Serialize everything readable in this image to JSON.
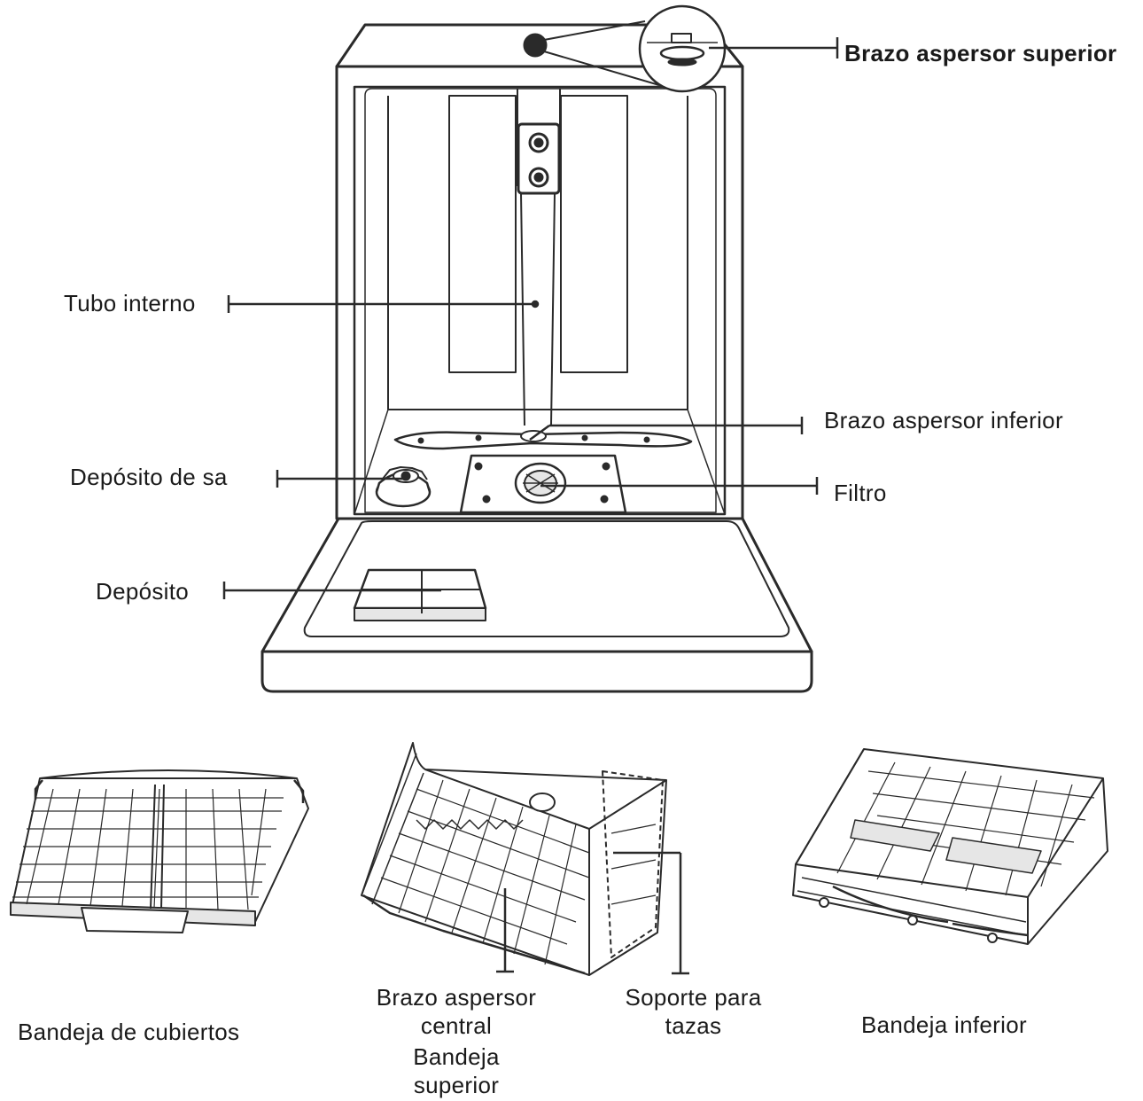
{
  "labels": {
    "upper_spray_arm": "Brazo aspersor superior",
    "inner_tube": "Tubo interno",
    "lower_spray_arm": "Brazo aspersor inferior",
    "salt_container": "Depósito de sa",
    "filter": "Filtro",
    "dispenser": "Depósito",
    "cutlery_tray": "Bandeja de cubiertos",
    "middle_spray_arm": "Brazo aspersor central",
    "upper_basket": "Bandeja superior",
    "cup_shelf": "Soporte para tazas",
    "lower_basket": "Bandeja inferior"
  },
  "colors": {
    "line": "#2a2a2a",
    "fill": "#ffffff",
    "shade": "#e6e6e6"
  }
}
